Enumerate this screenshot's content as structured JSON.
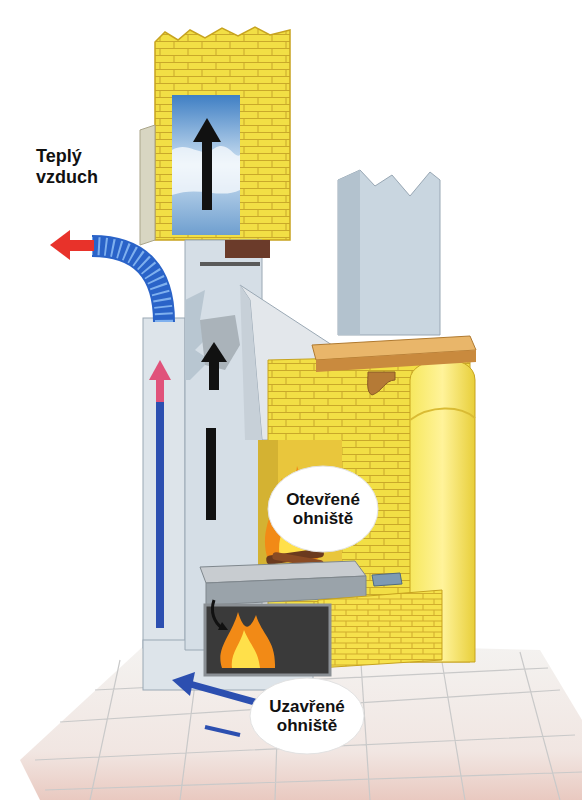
{
  "diagram": {
    "nodes": [
      {
        "text": [
          "Otevřené ohniště"
        ]
      },
      {
        "text": [
          "Uzavřené ohniště"
        ]
      }
    ],
    "labels": [
      "Teplý vzduch"
    ]
  }
}
